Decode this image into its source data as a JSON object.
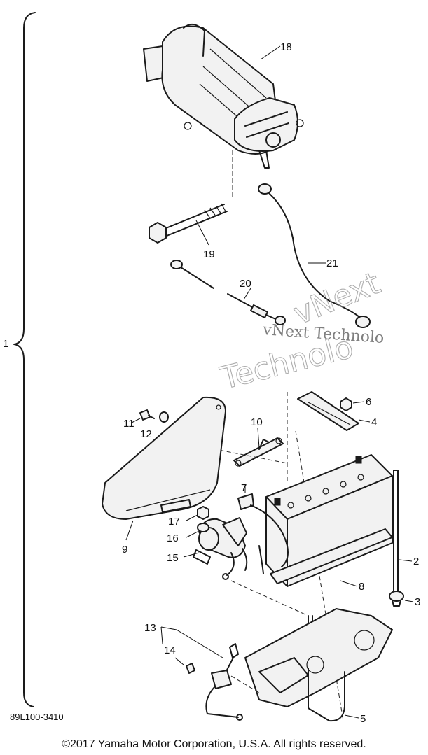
{
  "diagram_code": "89L100-3410",
  "copyright": "©2017 Yamaha Motor Corporation, U.S.A. All rights reserved.",
  "watermark": {
    "line1": "vNext Technolo",
    "line2": "vNext",
    "line3": "Technolo"
  },
  "callouts": {
    "p1": "1",
    "p2": "2",
    "p3": "3",
    "p4": "4",
    "p5": "5",
    "p6": "6",
    "p7": "7",
    "p8": "8",
    "p9": "9",
    "p10": "10",
    "p11": "11",
    "p12": "12",
    "p13": "13",
    "p14": "14",
    "p15": "15",
    "p16": "16",
    "p17": "17",
    "p18": "18",
    "p19": "19",
    "p20": "20",
    "p21": "21"
  }
}
